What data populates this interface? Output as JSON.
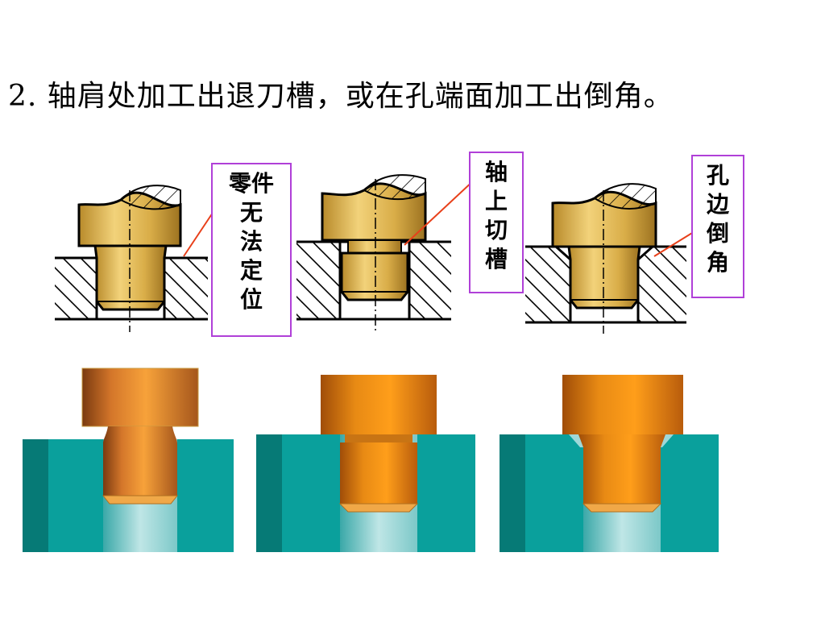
{
  "heading": "2. 轴肩处加工出退刀槽，或在孔端面加工出倒角。",
  "callouts": {
    "left": [
      "零件",
      "无",
      "法",
      "定",
      "位"
    ],
    "middle": [
      "轴",
      "上",
      "切",
      "槽"
    ],
    "right": [
      "孔",
      "边",
      "倒",
      "角"
    ]
  },
  "colors": {
    "callout_border": "#b040d8",
    "leader_line": "#e8401a",
    "brass": "#e0b84a",
    "hatch_line": "#000000",
    "block_teal": "#0aa09c",
    "shaft_orange": "#f49a2a"
  }
}
